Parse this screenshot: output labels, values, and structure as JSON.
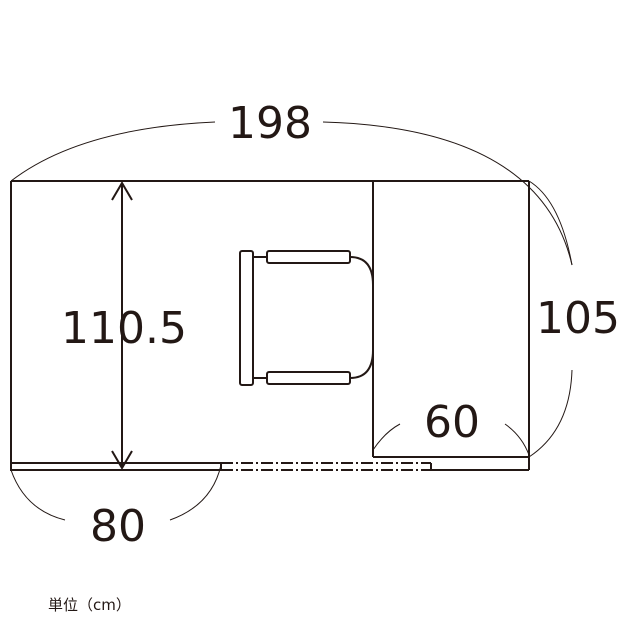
{
  "dimensions": {
    "width_total": "198",
    "depth_left": "110.5",
    "depth_right": "105",
    "return_width": "60",
    "desk_width": "80"
  },
  "unit_label": "単位（cm）",
  "colors": {
    "line": "#231815"
  }
}
